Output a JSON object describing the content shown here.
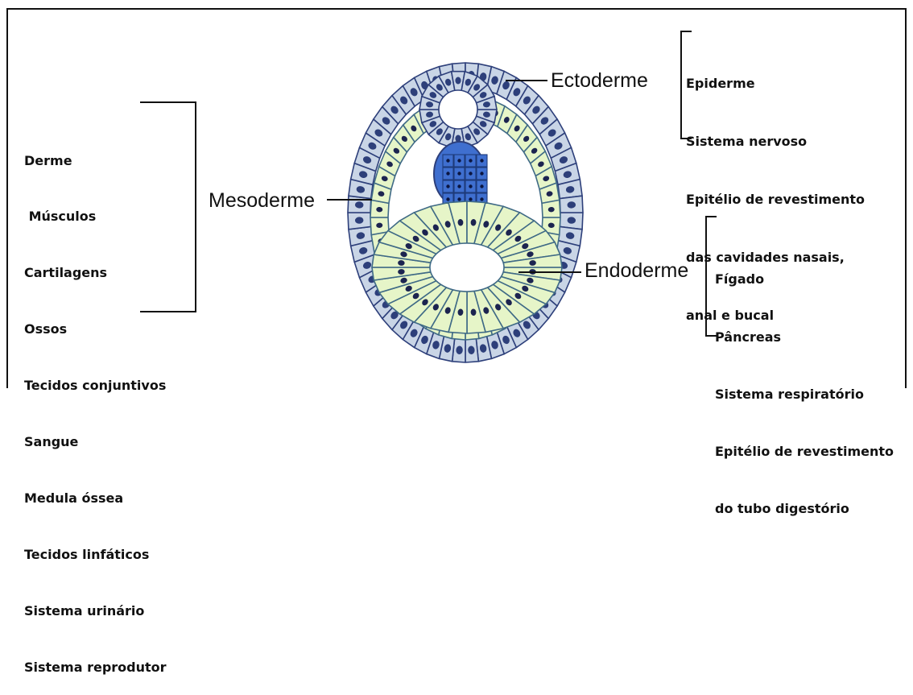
{
  "mesoderm": {
    "label": "Mesoderme",
    "items": [
      "Derme",
      " Músculos",
      "Cartilagens",
      "Ossos",
      "Tecidos conjuntivos",
      "Sangue",
      "Medula óssea",
      "Tecidos linfáticos",
      "Sistema urinário",
      "Sistema reprodutor"
    ]
  },
  "ectoderm": {
    "label": "Ectoderme",
    "items": [
      "Epiderme",
      "Sistema nervoso",
      "Epitélio de revestimento",
      "das cavidades nasais,",
      "anal e bucal"
    ]
  },
  "endoderm": {
    "label": "Endoderme",
    "items": [
      "Fígado",
      "Pâncreas",
      "Sistema respiratório",
      "Epitélio de revestimento",
      "do tubo digestório"
    ]
  },
  "colors": {
    "ectoderm_cell": "#c9d5e6",
    "ectoderm_outline": "#2d3f7a",
    "mesoderm_cell": "#e6f5c8",
    "mesoderm_outline": "#3f6a86",
    "notochord_cell": "#3f6fcf",
    "nucleus": "#1c2450"
  }
}
